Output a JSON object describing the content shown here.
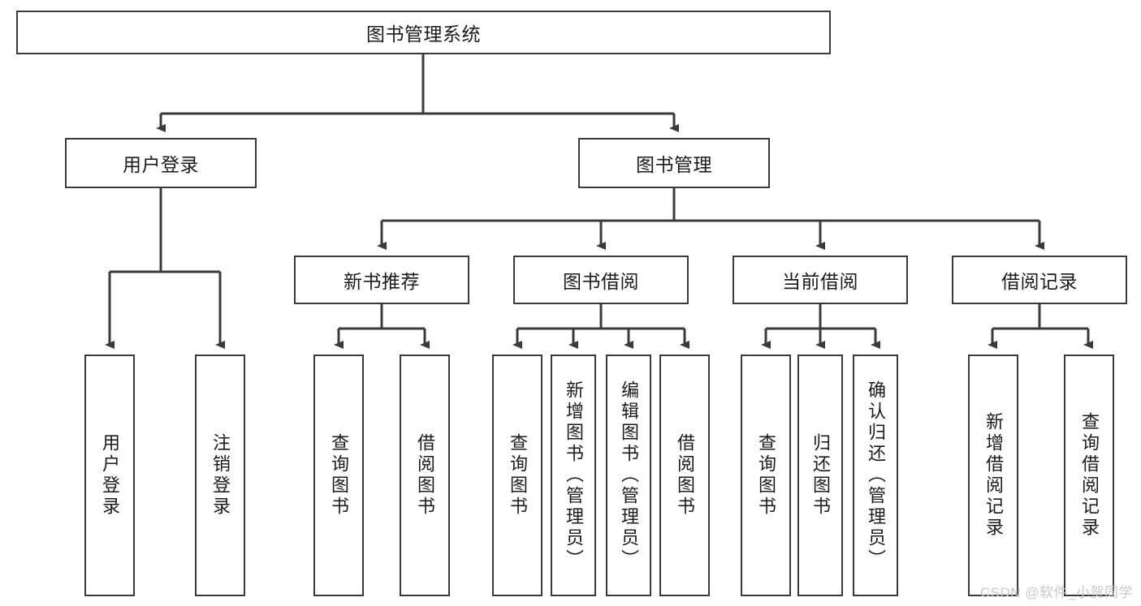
{
  "diagram": {
    "type": "tree",
    "title": "图书管理系统",
    "watermark": "CSDN @软件_小贺同学",
    "colors": {
      "box_border": "#3a3a3a",
      "box_fill": "#ffffff",
      "connector": "#3a3a3a",
      "text": "#1b1b1b",
      "watermark": "#c9c9c9"
    },
    "root": {
      "label": "图书管理系统"
    },
    "level2": [
      {
        "label": "用户登录"
      },
      {
        "label": "图书管理"
      }
    ],
    "level3": [
      {
        "label": "新书推荐"
      },
      {
        "label": "图书借阅"
      },
      {
        "label": "当前借阅"
      },
      {
        "label": "借阅记录"
      }
    ],
    "leaves": {
      "user_login": [
        {
          "label": "用户登录"
        },
        {
          "label": "注销登录"
        }
      ],
      "new_book": [
        {
          "label": "查询图书"
        },
        {
          "label": "借阅图书"
        }
      ],
      "book_borrow": [
        {
          "label": "查询图书"
        },
        {
          "label": "新增图书（管理员）"
        },
        {
          "label": "编辑图书（管理员）"
        },
        {
          "label": "借阅图书"
        }
      ],
      "current_borrow": [
        {
          "label": "查询图书"
        },
        {
          "label": "归还图书"
        },
        {
          "label": "确认归还（管理员）"
        }
      ],
      "borrow_record": [
        {
          "label": "新增借阅记录"
        },
        {
          "label": "查询借阅记录"
        }
      ]
    }
  }
}
